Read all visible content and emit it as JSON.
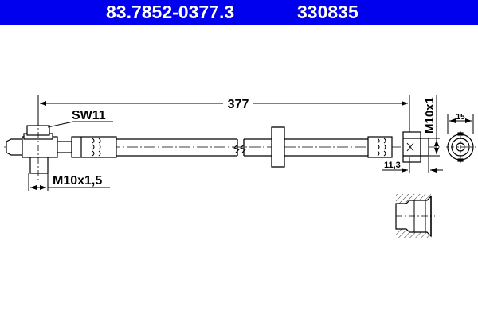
{
  "header": {
    "part_number": "83.7852-0377.3",
    "reference_number": "330835",
    "background_color": "#0000ee",
    "text_color": "#ffffff"
  },
  "drawing": {
    "overall_length_label": "377",
    "left_fitting": {
      "wrench_size_label": "SW11",
      "thread_label": "M10x1,5"
    },
    "right_fitting": {
      "thread_label": "M10x1",
      "offset_label": "11,3"
    },
    "end_view": {
      "diameter_label": "15"
    },
    "section_view": {
      "icon": "threaded-port-section"
    }
  }
}
